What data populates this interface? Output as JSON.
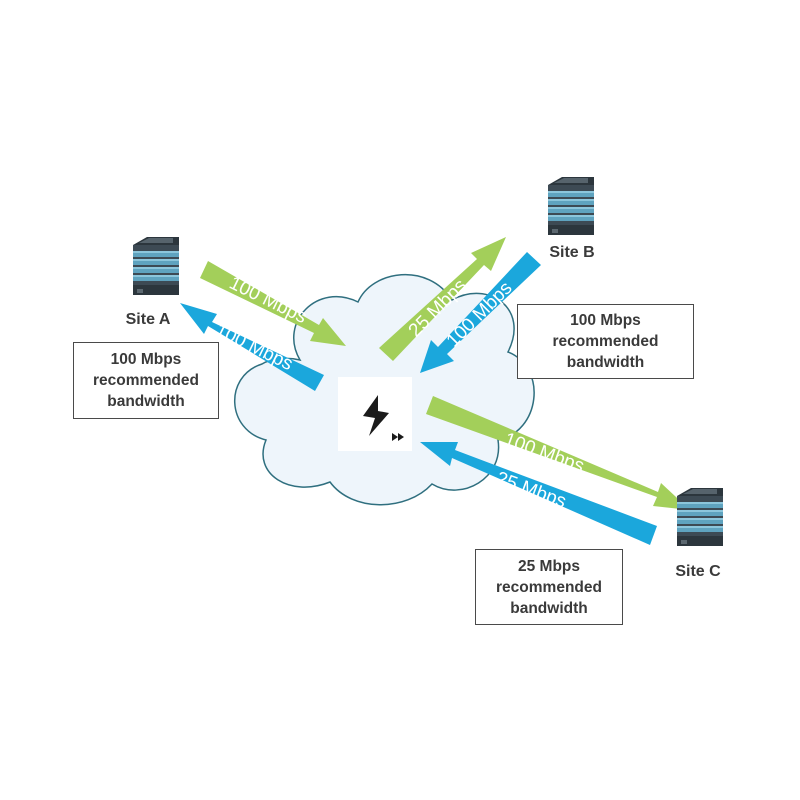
{
  "sites": {
    "a": {
      "label": "Site A"
    },
    "b": {
      "label": "Site B"
    },
    "c": {
      "label": "Site C"
    }
  },
  "arrows": {
    "a_up": "100 Mbps",
    "a_down": "100 Mbps",
    "b_up": "25 Mbps",
    "b_down": "100 Mbps",
    "c_down": "100 Mbps",
    "c_up": "25 Mbps"
  },
  "boxes": {
    "a": [
      "100 Mbps",
      "recommended",
      "bandwidth"
    ],
    "b": [
      "100 Mbps",
      "recommended",
      "bandwidth"
    ],
    "c": [
      "25 Mbps",
      "recommended",
      "bandwidth"
    ]
  },
  "colors": {
    "green": "#a3cf5a",
    "blue": "#1ba7dc",
    "cloud_fill": "#eef5fb",
    "cloud_stroke": "#2f6f7f",
    "server_dark": "#3d4a54",
    "server_band": "#5fa3bf"
  },
  "icons": {
    "cloud": "cloud-icon",
    "hub": "sd-wan-hub-icon",
    "server": "server-icon"
  }
}
